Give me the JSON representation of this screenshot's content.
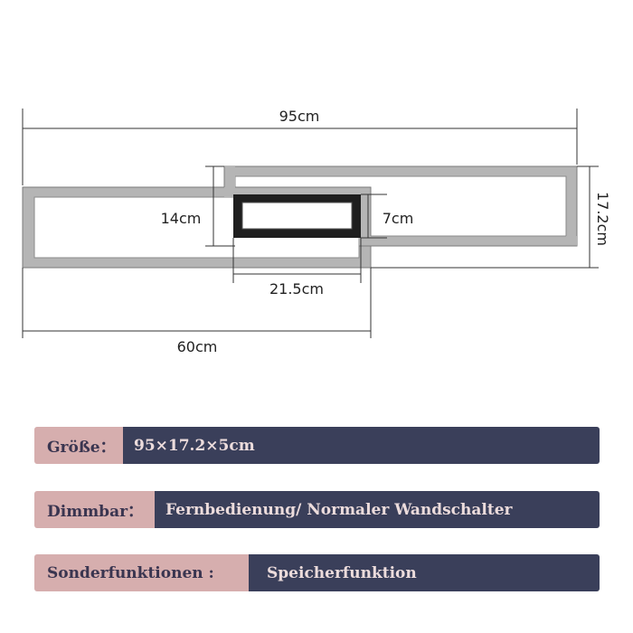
{
  "dimensions": {
    "total_length": "95cm",
    "section_length": "60cm",
    "height_total": "17.2cm",
    "section_height": "14cm",
    "inner_height": "7cm",
    "inner_length": "21.5cm"
  },
  "specs": [
    {
      "label": "Größe：",
      "value": "95×17.2×5cm"
    },
    {
      "label": "Dimmbar：",
      "value": "Fernbedienung/ Normaler Wandschalter"
    },
    {
      "label": "Sonderfunktionen :",
      "value": "Speicherfunktion"
    }
  ],
  "colors": {
    "label_bg": "#d6aeae",
    "value_bg": "#3a3f5a",
    "frame": "#9a9a9a",
    "inner_panel": "#1e1e1e"
  }
}
